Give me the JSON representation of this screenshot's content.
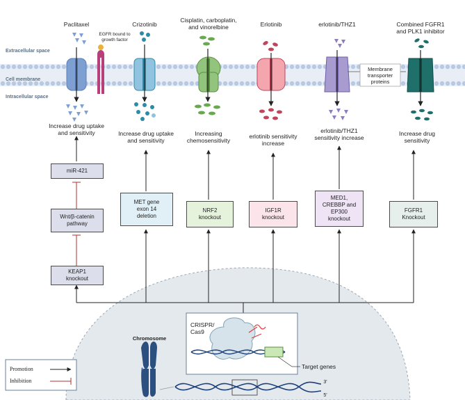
{
  "regions": {
    "extracellular": "Extracellular space",
    "membrane": "Cell membrane",
    "intracellular": "Intracellular space"
  },
  "drugs": {
    "paclitaxel": "Paclitaxel",
    "crizotinib": "Crizotinib",
    "cisplatin_line1": "Cisplatin, carboplatin,",
    "cisplatin_line2": "and vinorelbine",
    "erlotinib": "Erlotinib",
    "erlotinib_thz1": "erlotinib/THZ1",
    "fgfr1_line1": "Combined FGFR1",
    "fgfr1_line2": "and PLK1 inhibitor"
  },
  "egfr_note_line1": "EGFR bound to",
  "egfr_note_line2": "growth factor",
  "transporter_line1": "Membrane",
  "transporter_line2": "transporter",
  "transporter_line3": "proteins",
  "effects": {
    "e1_line1": "Increase drug uptake",
    "e1_line2": "and sensitivity",
    "e2_line1": "Increase drug uptake",
    "e2_line2": "and sensitivity",
    "e3_line1": "Increasing",
    "e3_line2": "chemosensitivity",
    "e4_line1": "erlotinib sensitivity",
    "e4_line2": "increase",
    "e5_line1": "erlotinib/THZ1",
    "e5_line2": "sensitivity increase",
    "e6_line1": "Increase drug",
    "e6_line2": "sensitivity"
  },
  "boxes": {
    "mir421": "miR-421",
    "wnt_line1": "Wnt/β-catenin",
    "wnt_line2": "pathway",
    "keap1_line1": "KEAP1",
    "keap1_line2": "knockout",
    "met_line1": "MET gene",
    "met_line2": "exon 14",
    "met_line3": "deletion",
    "nrf2_line1": "NRF2",
    "nrf2_line2": "knockout",
    "igf1r_line1": "IGF1R",
    "igf1r_line2": "knockout",
    "med1_line1": "MED1,",
    "med1_line2": "CREBBP and",
    "med1_line3": "EP300",
    "med1_line4": "knockout",
    "fgfr1_line1": "FGFR1",
    "fgfr1_line2": "Knockout"
  },
  "crispr_line1": "CRISPR/",
  "crispr_line2": "Cas9",
  "target_genes": "Target genes",
  "chromosome": "Chromosome",
  "dna_3prime": "3'",
  "dna_5prime": "5'",
  "legend": {
    "promotion": "Promotion",
    "inhibition": "Inhibition"
  },
  "colors": {
    "membrane_blue": "#c9d9ec",
    "paclitaxel": "#7d9fd2",
    "crizotinib": "#2e8ba8",
    "cisplatin": "#6aa84f",
    "erlotinib": "#c0445c",
    "thz1": "#8e7cc3",
    "fgfr1": "#1f6f6a",
    "inhibition": "#b03030",
    "box_gray": "#dcdfeb",
    "box_blue": "#e0f0f6",
    "box_green": "#e6f3dc",
    "box_pink": "#fbe4ea",
    "box_purple": "#efe3f6",
    "box_teal": "#e6efec",
    "cell": "#e4e9ee"
  }
}
